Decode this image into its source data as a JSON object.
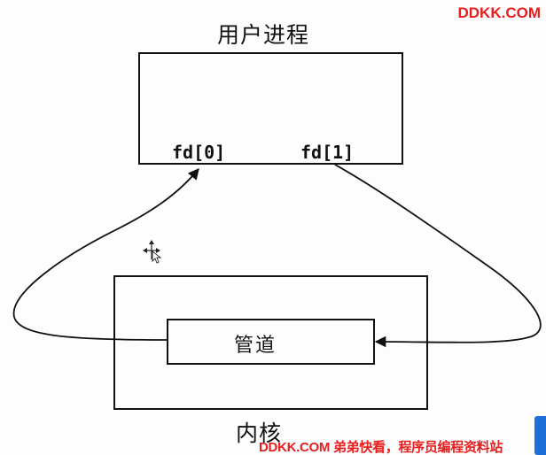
{
  "diagram": {
    "user_process_label": "用户进程",
    "kernel_label": "内核",
    "pipe_label": "管道",
    "fd_read": "fd[0]",
    "fd_write": "fd[1]"
  },
  "watermark": {
    "top": "DDKK.COM",
    "bottom": "DDKK.COM 弟弟快看，程序员编程资料站",
    "color": "#e81d1d"
  },
  "colors": {
    "stroke": "#111111",
    "accent_bar": "#1e6fd8"
  },
  "icons": {
    "cursor": "move-cursor-icon"
  }
}
